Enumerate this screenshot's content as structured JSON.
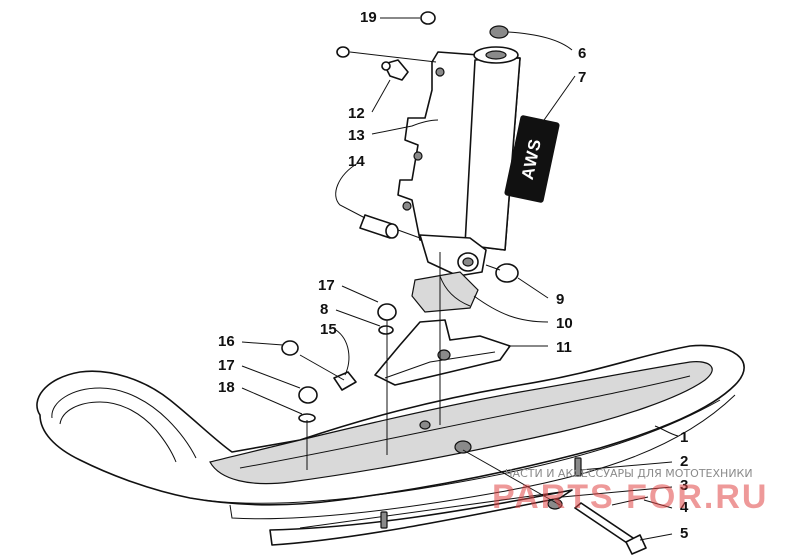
{
  "callouts": [
    {
      "id": "19",
      "text": "19"
    },
    {
      "id": "6",
      "text": "6"
    },
    {
      "id": "7",
      "text": "7"
    },
    {
      "id": "12",
      "text": "12"
    },
    {
      "id": "13",
      "text": "13"
    },
    {
      "id": "14",
      "text": "14"
    },
    {
      "id": "9",
      "text": "9"
    },
    {
      "id": "17a",
      "text": "17"
    },
    {
      "id": "8",
      "text": "8"
    },
    {
      "id": "10",
      "text": "10"
    },
    {
      "id": "15",
      "text": "15"
    },
    {
      "id": "11",
      "text": "11"
    },
    {
      "id": "16",
      "text": "16"
    },
    {
      "id": "17b",
      "text": "17"
    },
    {
      "id": "18",
      "text": "18"
    },
    {
      "id": "1",
      "text": "1"
    },
    {
      "id": "2",
      "text": "2"
    },
    {
      "id": "3",
      "text": "3"
    },
    {
      "id": "4",
      "text": "4"
    },
    {
      "id": "5",
      "text": "5"
    }
  ],
  "decal_text": "AWS",
  "watermark": {
    "tagline": "ЧАСТИ И АКСЕССУАРЫ ДЛЯ МОТОТЕХНИКИ",
    "brand": "PARTS FOR.RU",
    "color": "#e04545"
  }
}
